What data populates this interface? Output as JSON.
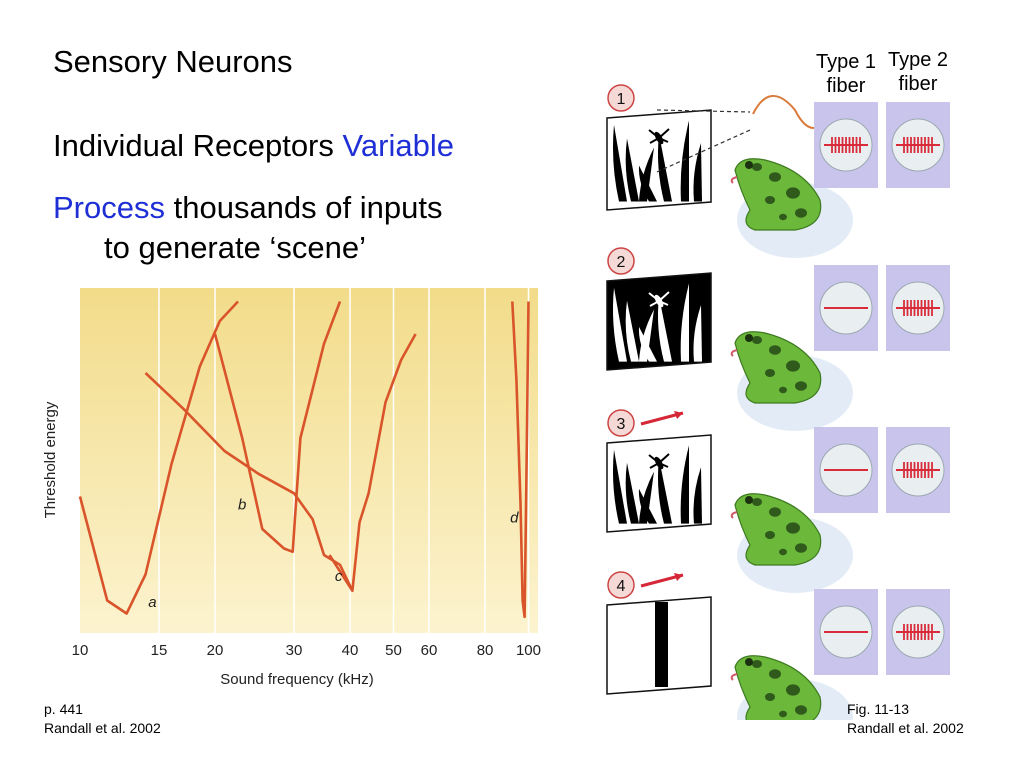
{
  "slide": {
    "title": "Sensory Neurons",
    "line1_prefix": "Individual Receptors",
    "line1_highlight": "Variable",
    "line2_highlight": "Process",
    "line2_suffix": "thousands of inputs",
    "line2_cont": "to generate ‘scene’",
    "citation_left": [
      "p. 441",
      "Randall et al. 2002"
    ],
    "citation_right": [
      "Fig. 11-13",
      "Randall et al. 2002"
    ],
    "highlight_color": "#1f2fd6"
  },
  "chart_data": {
    "type": "line",
    "xlabel": "Sound frequency (kHz)",
    "ylabel": "Threshold energy",
    "xscale": "log",
    "xlim": [
      10,
      105
    ],
    "x_ticks": [
      10,
      15,
      20,
      30,
      40,
      50,
      60,
      80,
      100
    ],
    "grid": "vertical",
    "background": "#f5e4a0",
    "line_color": "#d9542a",
    "ylim": [
      0,
      1
    ],
    "series": [
      {
        "name": "a",
        "x": [
          10,
          11.5,
          12.7,
          14,
          16,
          18.5,
          20.5,
          22.5
        ],
        "y": [
          0.42,
          0.1,
          0.06,
          0.18,
          0.52,
          0.82,
          0.96,
          1.02
        ]
      },
      {
        "name": "b",
        "x": [
          14,
          17,
          21,
          25,
          30,
          33,
          35,
          38,
          40.5
        ],
        "y": [
          0.8,
          0.69,
          0.56,
          0.49,
          0.43,
          0.35,
          0.24,
          0.21,
          0.13
        ]
      },
      {
        "name": "c",
        "x": [
          20,
          23,
          25.5,
          28.5,
          29.8,
          31,
          35,
          38
        ],
        "y": [
          0.92,
          0.6,
          0.32,
          0.26,
          0.25,
          0.6,
          0.89,
          1.02
        ]
      },
      {
        "name": "d-left",
        "x": [
          36,
          40.5,
          42,
          44,
          48,
          52,
          56
        ],
        "y": [
          0.24,
          0.13,
          0.34,
          0.43,
          0.71,
          0.84,
          0.92
        ]
      },
      {
        "name": "d-right",
        "x": [
          92,
          94,
          96,
          97,
          98,
          99,
          100
        ],
        "y": [
          1.02,
          0.78,
          0.4,
          0.1,
          0.05,
          0.5,
          1.02
        ]
      }
    ],
    "annotations": [
      {
        "text": "a",
        "x": 14.2,
        "y": 0.08
      },
      {
        "text": "b",
        "x": 22.5,
        "y": 0.38
      },
      {
        "text": "c",
        "x": 37,
        "y": 0.16
      },
      {
        "text": "d",
        "x": 91,
        "y": 0.34
      }
    ]
  },
  "figure": {
    "column_headers": [
      "Type 1\nfiber",
      "Type 2\nfiber"
    ],
    "panels": [
      {
        "number": "1",
        "type1_spikes": 9,
        "type2_spikes": 9
      },
      {
        "number": "2",
        "type1_spikes": 0,
        "type2_spikes": 9
      },
      {
        "number": "3",
        "type1_spikes": 0,
        "type2_spikes": 9
      },
      {
        "number": "4",
        "type1_spikes": 0,
        "type2_spikes": 9
      }
    ],
    "frog_color": "#6bb83a",
    "panel_color": "#c9c4ec"
  }
}
